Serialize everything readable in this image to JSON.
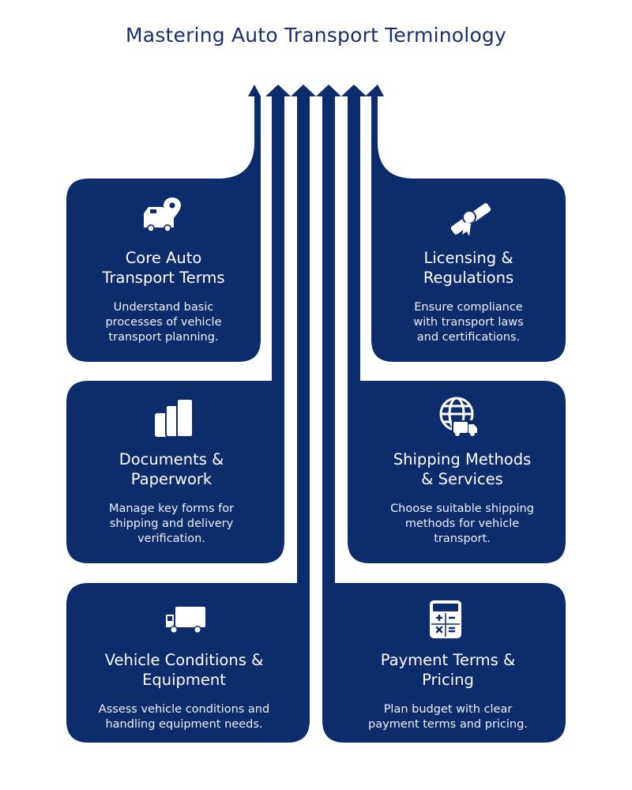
{
  "title": "Mastering Auto Transport Terminology",
  "colors": {
    "navy": "#0c2c6b",
    "title": "#1b2f6e",
    "background": "#ffffff"
  },
  "cards": [
    {
      "id": "core",
      "icon": "car-location-pin-icon",
      "title": "Core Auto\nTransport Terms",
      "description": "Understand basic\nprocesses of vehicle\ntransport planning."
    },
    {
      "id": "licensing",
      "icon": "certificate-diploma-icon",
      "title": "Licensing &\nRegulations",
      "description": "Ensure compliance\nwith transport laws\nand certifications."
    },
    {
      "id": "documents",
      "icon": "documents-stack-icon",
      "title": "Documents &\nPaperwork",
      "description": "Manage key forms for\nshipping and delivery\nverification."
    },
    {
      "id": "shipping",
      "icon": "globe-truck-icon",
      "title": "Shipping Methods\n& Services",
      "description": "Choose suitable shipping\nmethods for vehicle\ntransport."
    },
    {
      "id": "vehicle",
      "icon": "truck-icon",
      "title": "Vehicle Conditions &\nEquipment",
      "description": "Assess vehicle conditions and\nhandling equipment needs."
    },
    {
      "id": "payment",
      "icon": "calculator-icon",
      "title": "Payment Terms &\nPricing",
      "description": "Plan budget with clear\npayment terms and pricing."
    }
  ]
}
